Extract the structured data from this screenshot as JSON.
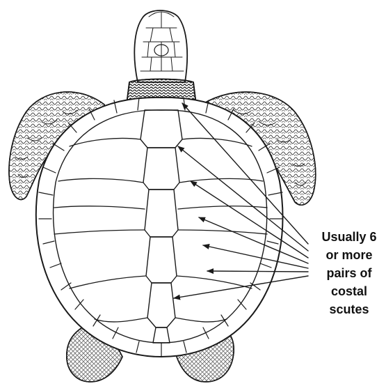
{
  "diagram": {
    "subject": "sea turtle, dorsal view",
    "annotation_lines": [
      "Usually 6",
      "or more",
      "pairs of",
      "costal",
      "scutes"
    ],
    "arrow_count": 7,
    "colors": {
      "line": "#1a1a1a",
      "fill": "#ffffff",
      "text": "#111111"
    }
  }
}
